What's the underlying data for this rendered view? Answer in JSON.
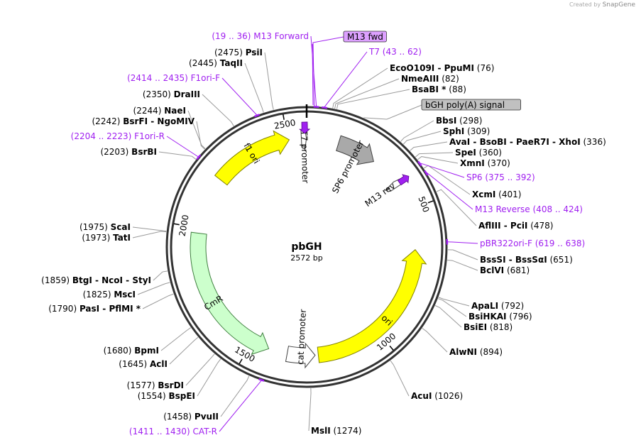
{
  "watermark": {
    "prefix": "Created by",
    "brand": "SnapGene"
  },
  "plasmid": {
    "name": "pbGH",
    "length": 2572,
    "length_label": "2572 bp"
  },
  "ticks": [
    "500",
    "1000",
    "1500",
    "2000",
    "2500"
  ],
  "features": [
    {
      "key": "f1ori",
      "label": "f1 ori",
      "start": 2200,
      "end": 2506,
      "dir": "cw",
      "color": "#ffff00",
      "stroke": "#808000"
    },
    {
      "key": "t7prom",
      "label": "T7 promoter",
      "start": 2552,
      "end": 2571,
      "dir": "cw",
      "color": "#ffffff",
      "stroke": "#404040"
    },
    {
      "key": "sp6prom",
      "label": "SP6 promoter",
      "start": 122,
      "end": 272,
      "dir": "cw",
      "color": "#a9a9a9",
      "stroke": "#404040"
    },
    {
      "key": "m13rev",
      "label": "M13 rev",
      "start": 380,
      "end": 403,
      "dir": "ccw",
      "color": "#ffffff",
      "stroke": "#404040"
    },
    {
      "key": "ori",
      "label": "ori",
      "start": 653,
      "end": 1242,
      "dir": "ccw",
      "color": "#ffff00",
      "stroke": "#808000"
    },
    {
      "key": "catprom",
      "label": "cat promoter",
      "start": 1254,
      "end": 1360,
      "dir": "ccw",
      "color": "#ffffff",
      "stroke": "#404040"
    },
    {
      "key": "cmr",
      "label": "CmR",
      "start": 1432,
      "end": 1981,
      "dir": "ccw",
      "color": "#ccffcc",
      "stroke": "#408040"
    }
  ],
  "sites": [
    {
      "name": "PsiI",
      "pos": "2475"
    },
    {
      "name": "TaqII",
      "pos": "2445"
    },
    {
      "name": "DraIII",
      "pos": "2350"
    },
    {
      "name": "NaeI",
      "pos": "2244"
    },
    {
      "name": "BsrFI  -  NgoMIV",
      "pos": "2242"
    },
    {
      "name": "BsrBI",
      "pos": "2203"
    },
    {
      "name": "ScaI",
      "pos": "1975"
    },
    {
      "name": "TatI",
      "pos": "1973"
    },
    {
      "name": "BtgI  -  NcoI  -  StyI",
      "pos": "1859"
    },
    {
      "name": "MscI",
      "pos": "1825"
    },
    {
      "name": "PasI  -  PflMI *",
      "pos": "1790"
    },
    {
      "name": "BpmI",
      "pos": "1680"
    },
    {
      "name": "AclI",
      "pos": "1645"
    },
    {
      "name": "BsrDI",
      "pos": "1577"
    },
    {
      "name": "BspEI",
      "pos": "1554"
    },
    {
      "name": "PvuII",
      "pos": "1458"
    },
    {
      "name": "MslI",
      "pos": "1274"
    },
    {
      "name": "EcoO109I  -  PpuMI",
      "pos": "76"
    },
    {
      "name": "NmeAIII",
      "pos": "82"
    },
    {
      "name": "BsaBI *",
      "pos": "88"
    },
    {
      "name": "BbsI",
      "pos": "298"
    },
    {
      "name": "SphI",
      "pos": "309"
    },
    {
      "name": "AvaI  -  BsoBI  -  PaeR7I  -  XhoI",
      "pos": "336"
    },
    {
      "name": "SpeI",
      "pos": "360"
    },
    {
      "name": "XmnI",
      "pos": "370"
    },
    {
      "name": "XcmI",
      "pos": "401"
    },
    {
      "name": "AflIII  -  PciI",
      "pos": "478"
    },
    {
      "name": "BssSI  -  BssSαI",
      "pos": "651"
    },
    {
      "name": "BclVI",
      "pos": "681"
    },
    {
      "name": "ApaLI",
      "pos": "792"
    },
    {
      "name": "BsiHKAI",
      "pos": "796"
    },
    {
      "name": "BsiEI",
      "pos": "818"
    },
    {
      "name": "AlwNI",
      "pos": "894"
    },
    {
      "name": "AcuI",
      "pos": "1026"
    }
  ],
  "primers": [
    {
      "range": "(19 .. 36)",
      "name": "M13 Forward"
    },
    {
      "range": "(43 .. 62)",
      "name": "T7"
    },
    {
      "range": "(2414 .. 2435)",
      "name": "F1ori-F"
    },
    {
      "range": "(2204 .. 2223)",
      "name": "F1ori-R"
    },
    {
      "range": "(375 .. 392)",
      "name": "SP6"
    },
    {
      "range": "(408 .. 424)",
      "name": "M13 Reverse"
    },
    {
      "range": "(619 .. 638)",
      "name": "pBR322ori-F"
    },
    {
      "range": "(1411 .. 1430)",
      "name": "CAT-R"
    }
  ],
  "boxed_labels": [
    {
      "name": "M13 fwd",
      "color": "#dda0ff"
    },
    {
      "name": "bGH poly(A) signal",
      "color": "#c0c0c0"
    }
  ],
  "colors": {
    "primer": "#a020f0",
    "backbone": "#333333"
  }
}
